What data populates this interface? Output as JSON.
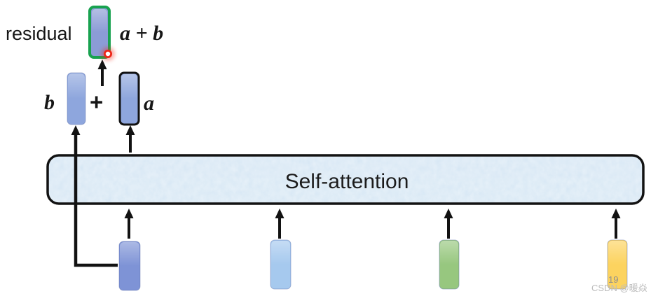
{
  "slide": {
    "annotation": {
      "residual_label": "residual",
      "sum_formula": "a + b",
      "vector_b_label": "b",
      "plus_sign": "+",
      "vector_a_label": "a"
    },
    "attention_block": {
      "label": "Self-attention"
    },
    "footer": {
      "page_number": "19",
      "watermark": "CSDN @暖焱"
    },
    "colors": {
      "token_blue_sum": "#8b9cd6",
      "token_blue_mid": "#8ea6dd",
      "token_blue_deep": "#7e93d6",
      "token_blue_light": "#a6c9ee",
      "token_green": "#97c77f",
      "token_yellow": "#fcd35f",
      "highlight_green": "#18a24f",
      "attention_fill": "#d2e4f3",
      "laser_red": "#ee2517"
    }
  }
}
